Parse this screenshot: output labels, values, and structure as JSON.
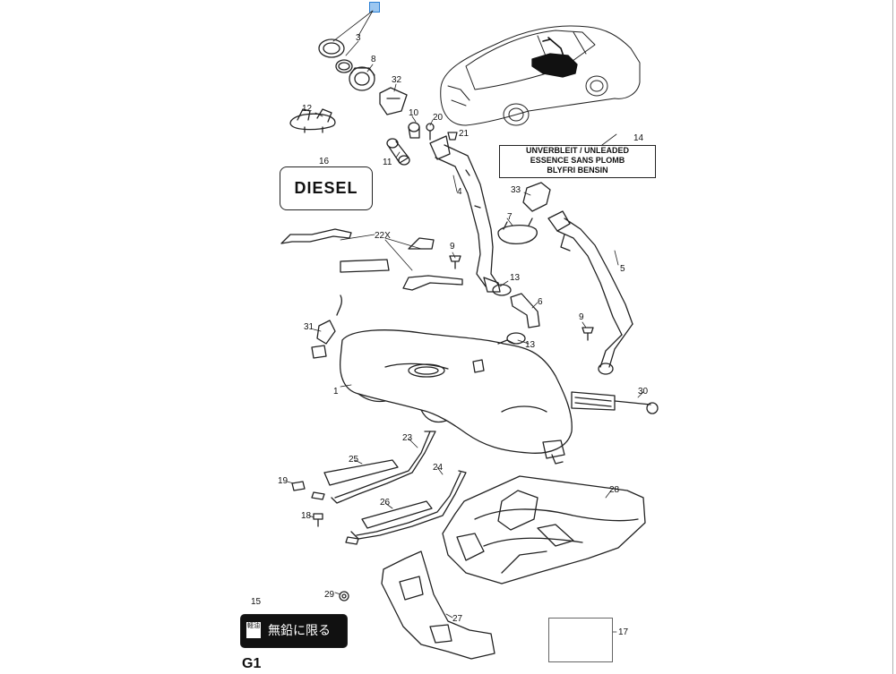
{
  "page": {
    "id_text": "G1"
  },
  "callouts": [
    {
      "id": "c3",
      "text": "3"
    },
    {
      "id": "c8",
      "text": "8"
    },
    {
      "id": "c32",
      "text": "32"
    },
    {
      "id": "c12",
      "text": "12"
    },
    {
      "id": "c10",
      "text": "10"
    },
    {
      "id": "c20",
      "text": "20"
    },
    {
      "id": "c21",
      "text": "21"
    },
    {
      "id": "c11",
      "text": "11"
    },
    {
      "id": "c16",
      "text": "16"
    },
    {
      "id": "c4",
      "text": "4"
    },
    {
      "id": "c14",
      "text": "14"
    },
    {
      "id": "c33",
      "text": "33"
    },
    {
      "id": "c7",
      "text": "7"
    },
    {
      "id": "c22x",
      "text": "22X"
    },
    {
      "id": "c9a",
      "text": "9"
    },
    {
      "id": "c5",
      "text": "5"
    },
    {
      "id": "c13a",
      "text": "13"
    },
    {
      "id": "c6",
      "text": "6"
    },
    {
      "id": "c31",
      "text": "31"
    },
    {
      "id": "c13b",
      "text": "13"
    },
    {
      "id": "c9b",
      "text": "9"
    },
    {
      "id": "c1",
      "text": "1"
    },
    {
      "id": "c30",
      "text": "30"
    },
    {
      "id": "c23",
      "text": "23"
    },
    {
      "id": "c25",
      "text": "25"
    },
    {
      "id": "c24",
      "text": "24"
    },
    {
      "id": "c19",
      "text": "19"
    },
    {
      "id": "c28",
      "text": "28"
    },
    {
      "id": "c26",
      "text": "26"
    },
    {
      "id": "c18",
      "text": "18"
    },
    {
      "id": "c29",
      "text": "29"
    },
    {
      "id": "c27",
      "text": "27"
    },
    {
      "id": "c15",
      "text": "15"
    },
    {
      "id": "c17",
      "text": "17"
    }
  ],
  "labels": {
    "label14": [
      "UNVERBLEIT / UNLEADED",
      "ESSENCE SANS PLOMB",
      "BLYFRI BENSIN"
    ],
    "label16": "DIESEL",
    "label15_badge": "軽油",
    "label15": "無鉛に限る"
  },
  "colors": {
    "line": "#222222",
    "highlight": "#9cc7f0",
    "highlight_border": "#2a7fd4"
  }
}
